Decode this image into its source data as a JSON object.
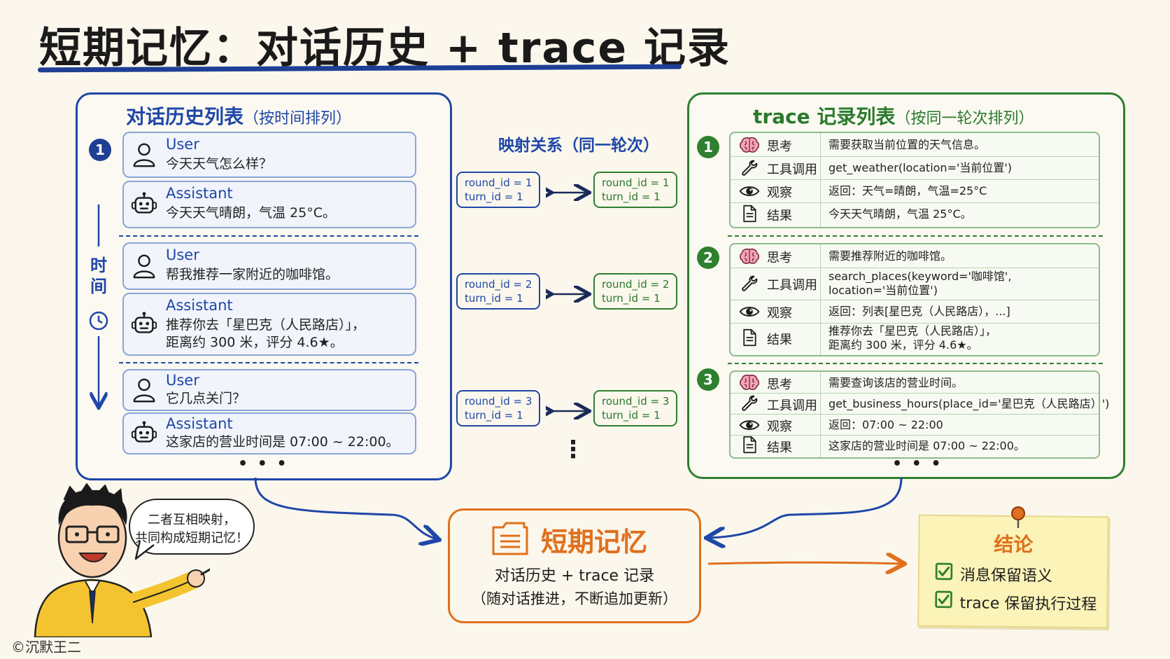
{
  "title": "短期记忆：对话历史 + trace 记录",
  "left_panel": {
    "title": "对话历史列表",
    "subtitle": "（按时间排列）",
    "time_label": "时间",
    "rounds": [
      {
        "num": "1",
        "user_role": "User",
        "user_text": "今天天气怎么样？",
        "assistant_role": "Assistant",
        "assistant_text": "今天天气晴朗，气温 25°C。"
      },
      {
        "num": "",
        "user_role": "User",
        "user_text": "帮我推荐一家附近的咖啡馆。",
        "assistant_role": "Assistant",
        "assistant_text_1": "推荐你去「星巴克（人民路店）」，",
        "assistant_text_2": "距离约 300 米，评分 4.6★。"
      },
      {
        "num": "",
        "user_role": "User",
        "user_text": "它几点关门？",
        "assistant_role": "Assistant",
        "assistant_text": "这家店的营业时间是 07:00 ~ 22:00。"
      }
    ],
    "ellipsis": "• • •"
  },
  "mapping": {
    "title": "映射关系（同一轮次）",
    "pairs": [
      {
        "left_round": "round_id = 1",
        "left_turn": "turn_id = 1",
        "right_round": "round_id = 1",
        "right_turn": "turn_id = 1"
      },
      {
        "left_round": "round_id = 2",
        "left_turn": "turn_id = 1",
        "right_round": "round_id = 2",
        "right_turn": "turn_id = 1"
      },
      {
        "left_round": "round_id = 3",
        "left_turn": "turn_id = 1",
        "right_round": "round_id = 3",
        "right_turn": "turn_id = 1"
      }
    ],
    "ellipsis": "⋮"
  },
  "right_panel": {
    "title": "trace 记录列表",
    "subtitle": "（按同一轮次排列）",
    "groups": [
      {
        "num": "1",
        "think_label": "思考",
        "think": "需要获取当前位置的天气信息。",
        "tool_label": "工具调用",
        "tool": "get_weather(location='当前位置')",
        "observe_label": "观察",
        "observe": "返回：天气=晴朗，气温=25°C",
        "result_label": "结果",
        "result": "今天天气晴朗，气温 25°C。"
      },
      {
        "num": "2",
        "think_label": "思考",
        "think": "需要推荐附近的咖啡馆。",
        "tool_label": "工具调用",
        "tool_1": "search_places(keyword='咖啡馆',",
        "tool_2": "location='当前位置')",
        "observe_label": "观察",
        "observe": "返回：列表[星巴克（人民路店），...]",
        "result_label": "结果",
        "result_1": "推荐你去「星巴克（人民路店）」，",
        "result_2": "距离约 300 米，评分 4.6★。"
      },
      {
        "num": "3",
        "think_label": "思考",
        "think": "需要查询该店的营业时间。",
        "tool_label": "工具调用",
        "tool": "get_business_hours(place_id='星巴克（人民路店）')",
        "observe_label": "观察",
        "observe": "返回：07:00 ~ 22:00",
        "result_label": "结果",
        "result": "这家店的营业时间是 07:00 ~ 22:00。"
      }
    ],
    "ellipsis": "• • •"
  },
  "center": {
    "title": "短期记忆",
    "line1": "对话历史 + trace 记录",
    "line2": "（随对话推进，不断追加更新）"
  },
  "bubble": {
    "line1": "二者互相映射，",
    "line2": "共同构成短期记忆！"
  },
  "conclusion": {
    "title": "结论",
    "items": [
      "消息保留语义",
      "trace 保留执行过程"
    ]
  },
  "copyright": "©沉默王二",
  "colors": {
    "blue": "#1f47a8",
    "green": "#2e8030",
    "orange": "#e0701d",
    "note": "#fbf3b8"
  }
}
